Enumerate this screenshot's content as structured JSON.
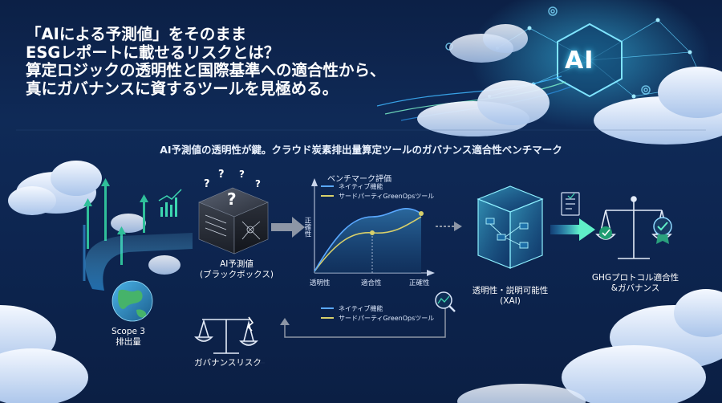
{
  "headline": {
    "lines": [
      "「AIによる予測値」をそのまま",
      "ESGレポートに載せるリスクとは？",
      "算定ロジックの透明性と国際基準への適合性から、",
      "真にガバナンスに資するツールを見極める。"
    ]
  },
  "subtitle": "AI予測値の透明性が鍵。クラウド炭素排出量算定ツールのガバナンス適合性ベンチマーク",
  "hero_badge": "AI",
  "nodes": {
    "scope3": {
      "line1": "Scope 3",
      "line2": "排出量"
    },
    "blackbox": {
      "line1": "AI予測値",
      "line2": "(ブラックボックス)",
      "glyph": "?"
    },
    "xai": {
      "line1": "透明性・説明可能性",
      "line2": "(XAI)"
    },
    "ghg": {
      "line1": "GHGプロトコル適合性",
      "line2": "&ガバナンス"
    },
    "risk": {
      "label": "ガバナンスリスク"
    }
  },
  "benchmark": {
    "title": "ベンチマーク評価",
    "y_axis_label": "正確性",
    "x_axis_labels": [
      "透明性",
      "適合性",
      "正確性"
    ],
    "legend": [
      {
        "name": "ネイティブ機能",
        "color": "#5aa8ff"
      },
      {
        "name": "サードパーティGreenOpsツール",
        "color": "#d8d06a"
      }
    ]
  },
  "lower_legend": [
    {
      "name": "ネイティブ機能",
      "color": "#5aa8ff"
    },
    {
      "name": "サードパーティGreenOpsツール",
      "color": "#d8d06a"
    }
  ],
  "icons": [
    "cloud-icon",
    "globe-icon",
    "cube-icon",
    "scale-icon",
    "check-badge-icon",
    "document-icon",
    "chart-up-icon",
    "magnifier-chart-icon",
    "gear-icon"
  ]
}
